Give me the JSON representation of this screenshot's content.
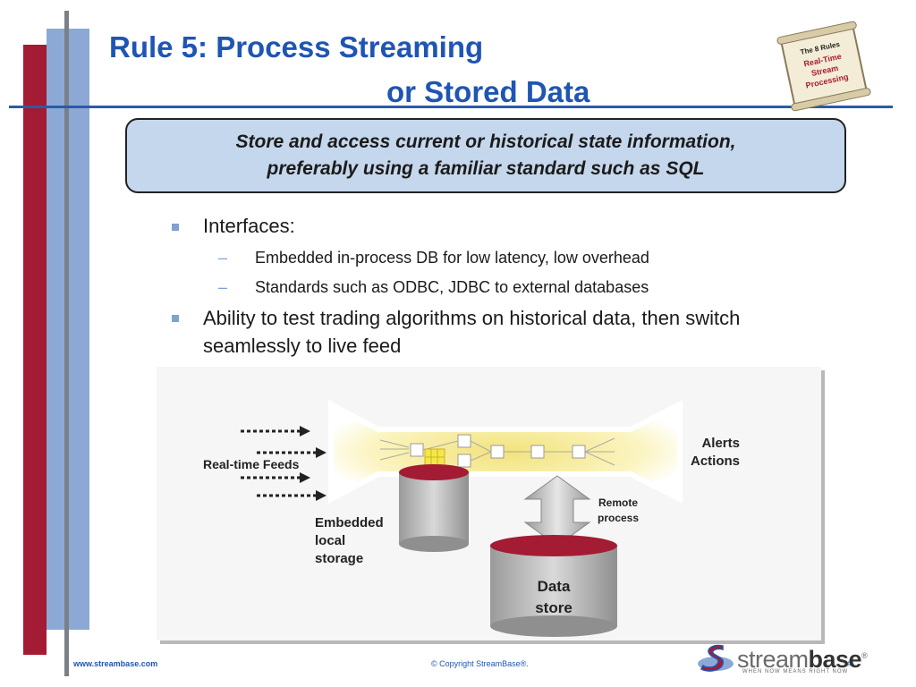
{
  "slide": {
    "title_line1": "Rule 5: Process Streaming",
    "title_line2": "or Stored Data",
    "callout_line1": "Store and access current or historical state information,",
    "callout_line2": "preferably using a familiar standard such as SQL"
  },
  "bullets": {
    "b1": "Interfaces:",
    "b1_sub1": "Embedded in-process DB for low latency, low overhead",
    "b1_sub2": "Standards such as ODBC, JDBC to external databases",
    "b2_line1": "Ability to test trading algorithms on historical data, then switch",
    "b2_line2": "seamlessly to live feed"
  },
  "badge": {
    "line1": "The 8 Rules",
    "line2": "Real-Time",
    "line3": "Stream",
    "line4": "Processing"
  },
  "diagram": {
    "feeds_label": "Real-time Feeds",
    "alerts_label": "Alerts",
    "actions_label": "Actions",
    "remote_line1": "Remote",
    "remote_line2": "process",
    "embedded_line1": "Embedded",
    "embedded_line2": "local",
    "embedded_line3": "storage",
    "datastore_line1": "Data",
    "datastore_line2": "store"
  },
  "footer": {
    "website": "www.streambase.com",
    "copyright": "© Copyright StreamBase®.",
    "page_number": "‹#›",
    "logo_light": "stream",
    "logo_bold": "base",
    "logo_reg": "®",
    "logo_tagline": "WHEN NOW MEANS RIGHT NOW"
  },
  "colors": {
    "title_blue": "#1f55b3",
    "left_bar_red": "#a31c33",
    "left_bar_blue": "#8ca9d6",
    "callout_fill": "#c5d7ec"
  }
}
